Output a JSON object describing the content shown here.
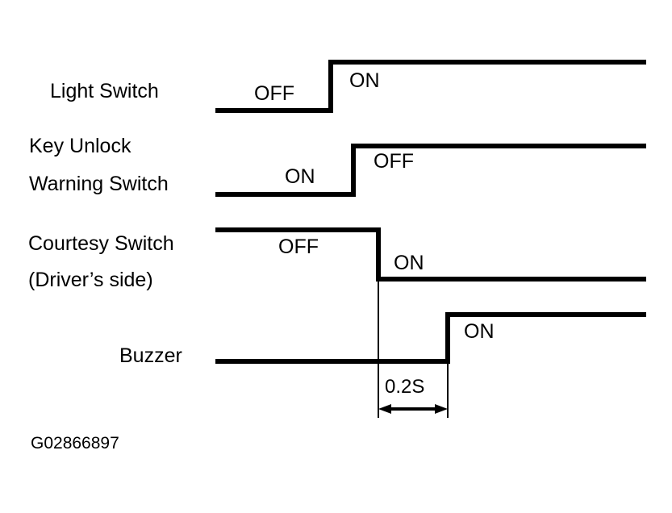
{
  "diagram": {
    "type": "timing-diagram",
    "caption": "G02866897",
    "signals": [
      {
        "name": "Light Switch",
        "label_lines": [
          "Light Switch"
        ],
        "initial_state": "OFF",
        "final_state": "ON",
        "transition": "rising",
        "state_before_label": "OFF",
        "state_after_label": "ON"
      },
      {
        "name": "Key Unlock Warning Switch",
        "label_lines": [
          "Key Unlock",
          "Warning Switch"
        ],
        "initial_state": "ON",
        "final_state": "OFF",
        "transition": "rising",
        "state_before_label": "ON",
        "state_after_label": "OFF"
      },
      {
        "name": "Courtesy Switch (Driver's side)",
        "label_lines": [
          "Courtesy Switch",
          "(Driver’s side)"
        ],
        "initial_state": "OFF",
        "final_state": "ON",
        "transition": "falling",
        "state_before_label": "OFF",
        "state_after_label": "ON"
      },
      {
        "name": "Buzzer",
        "label_lines": [
          "Buzzer"
        ],
        "initial_state": "OFF",
        "final_state": "ON",
        "transition": "rising",
        "state_before_label": "",
        "state_after_label": "ON"
      }
    ],
    "dimension": {
      "label": "0.2S",
      "from_signal": "Courtesy Switch (Driver's side)",
      "to_signal": "Buzzer",
      "meaning": "delay between courtesy switch ON and buzzer ON"
    },
    "colors": {
      "background": "#ffffff",
      "ink": "#000000"
    }
  }
}
